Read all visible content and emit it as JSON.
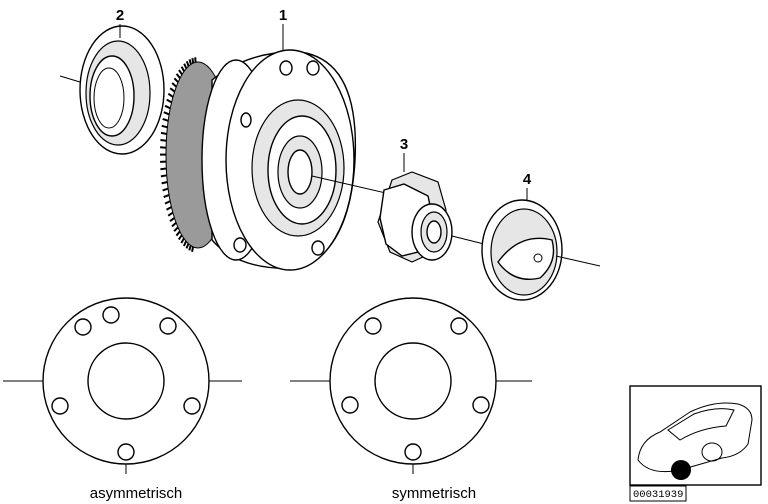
{
  "callouts": [
    {
      "id": "1",
      "label": "1"
    },
    {
      "id": "2",
      "label": "2"
    },
    {
      "id": "3",
      "label": "3"
    },
    {
      "id": "4",
      "label": "4"
    }
  ],
  "captions": {
    "asymmetric": "asymmetrisch",
    "symmetric": "symmetrisch"
  },
  "thumbnail": {
    "reference_number": "00031939"
  }
}
